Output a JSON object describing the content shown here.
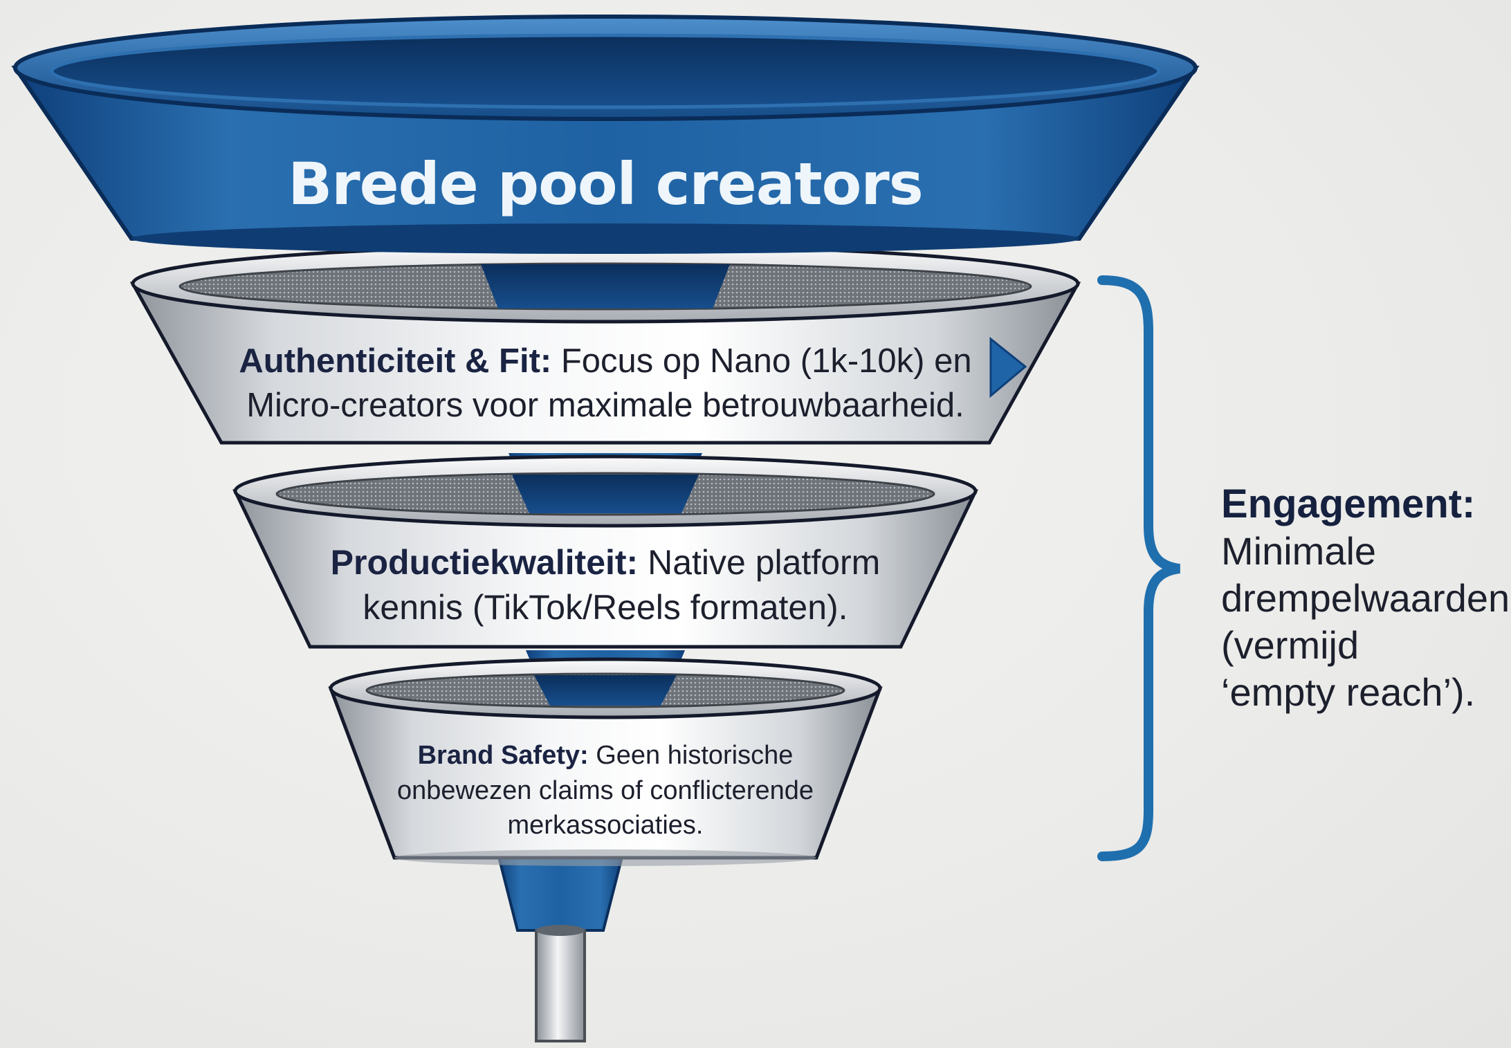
{
  "funnel": {
    "top_label": "Brede pool creators",
    "stages": [
      {
        "heading": "Authenticiteit & Fit:",
        "line1_rest": " Focus op Nano (1k-10k) en",
        "line2": "Micro-creators voor maximale betrouwbaarheid."
      },
      {
        "heading": "Productiekwaliteit:",
        "line1_rest": " Native platform",
        "line2": "kennis (TikTok/Reels formaten)."
      },
      {
        "heading": "Brand Safety:",
        "line1_rest": " Geen historische",
        "line2": "onbewezen claims of conflicterende",
        "line3": "merkassociaties."
      }
    ]
  },
  "side_note": {
    "heading": "Engagement:",
    "lines": [
      "Minimale",
      "drempelwaarden",
      "(vermijd",
      "‘empty reach’)."
    ]
  },
  "colors": {
    "funnel_blue": "#1f5f9c",
    "funnel_blue_dark": "#0f3a6e",
    "steel_light": "#eef0f2",
    "steel_dark": "#8e949b",
    "bracket_blue": "#1f6fae",
    "background": "#ececea"
  }
}
